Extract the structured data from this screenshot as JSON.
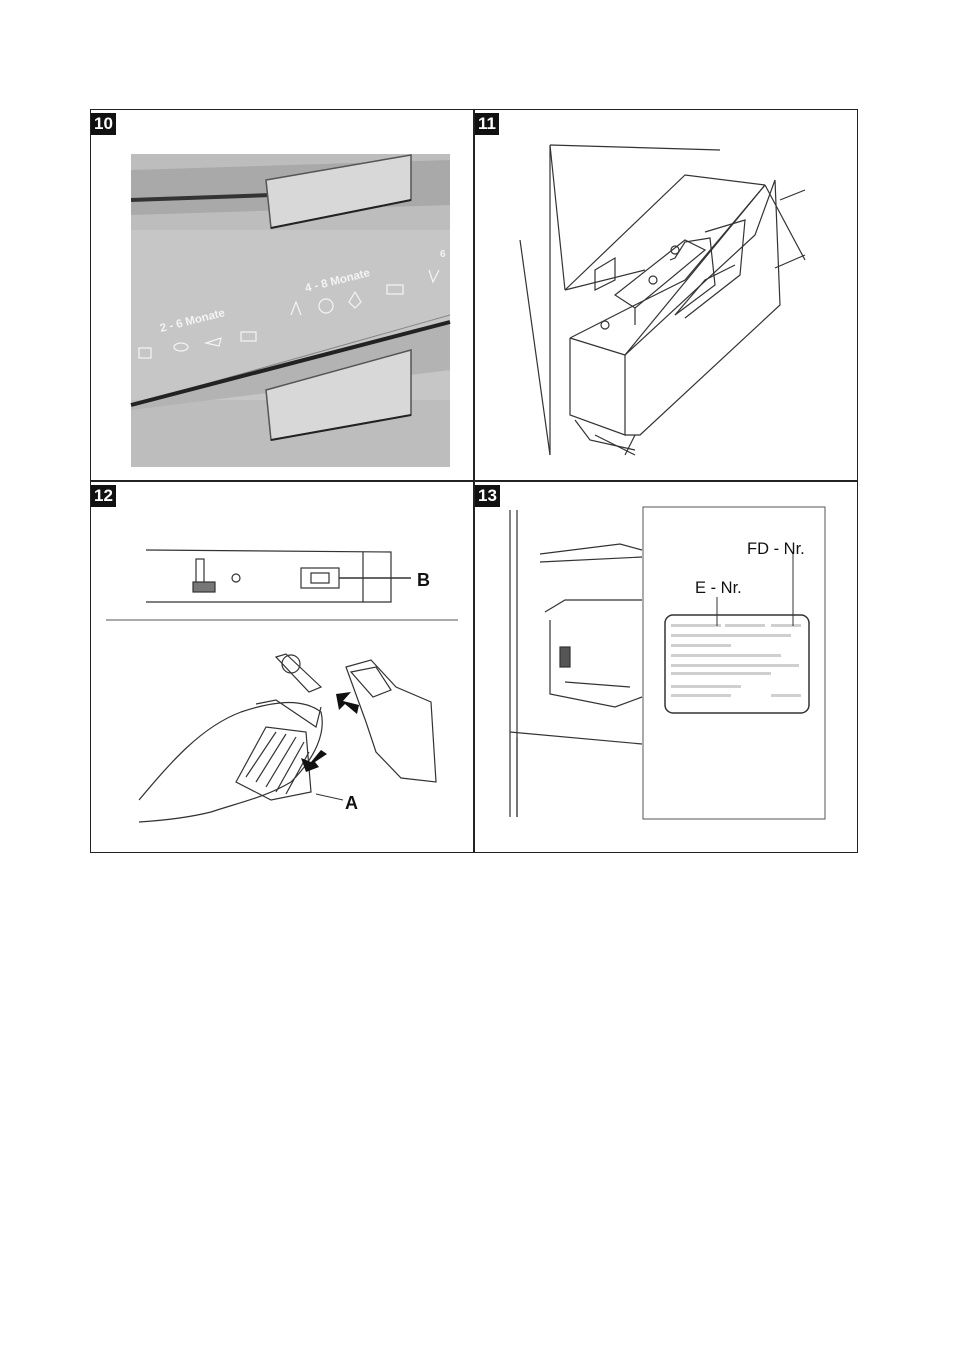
{
  "figures": [
    {
      "number": "10",
      "labels": {
        "left_period": "2 - 6 Monate",
        "right_period": "4 - 8 Monate",
        "far_right": "6"
      }
    },
    {
      "number": "11"
    },
    {
      "number": "12",
      "callouts": {
        "b": "B",
        "a": "A"
      }
    },
    {
      "number": "13",
      "callouts": {
        "fd": "FD - Nr.",
        "e": "E - Nr."
      }
    }
  ]
}
